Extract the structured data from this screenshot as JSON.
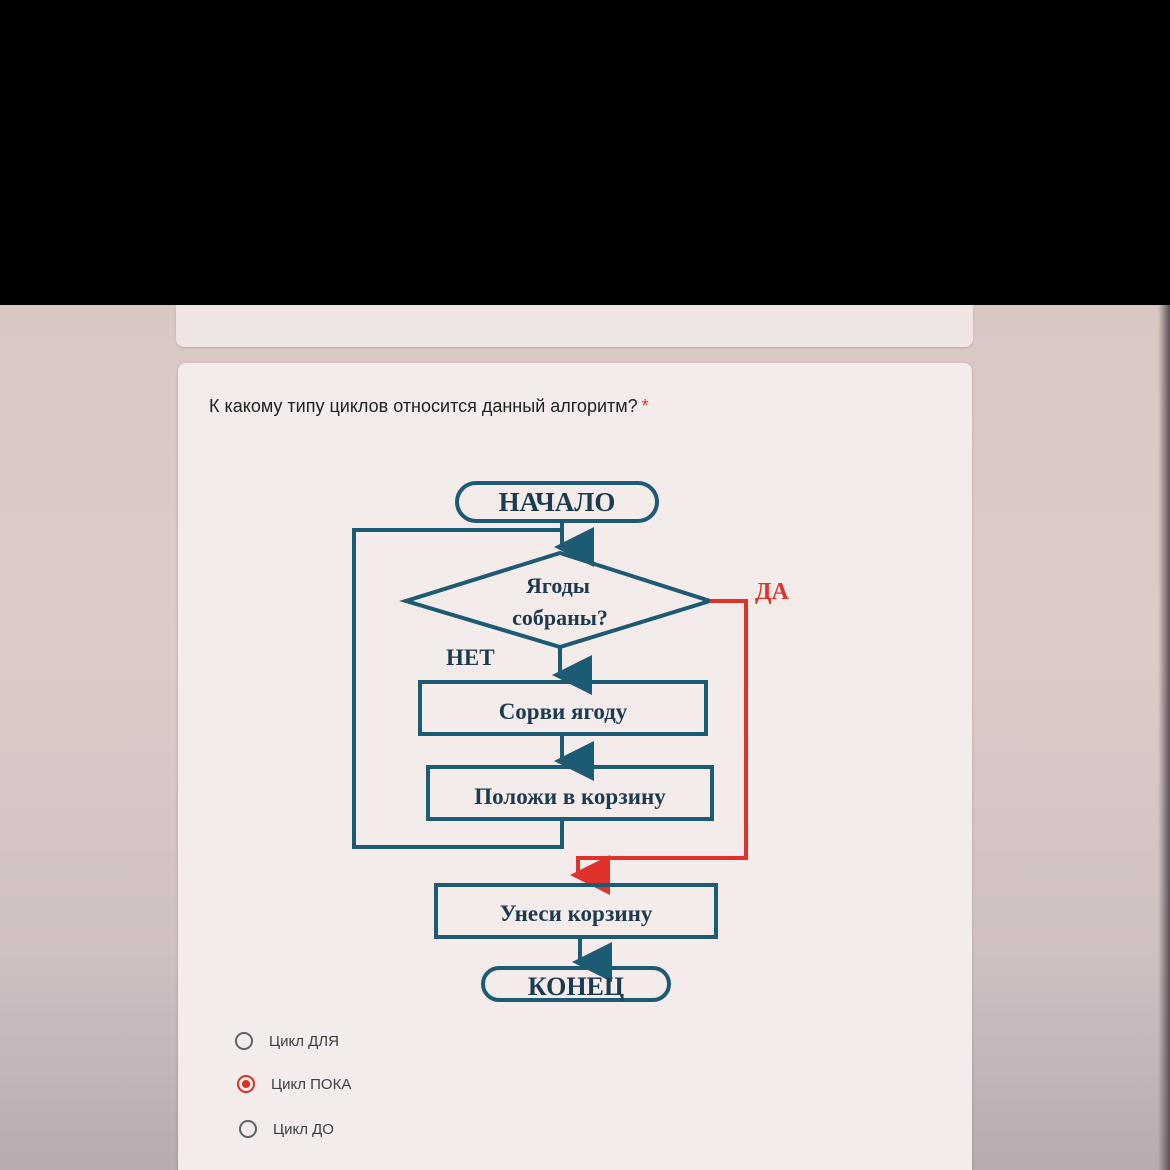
{
  "question": {
    "text": "К какому типу циклов относится данный алгоритм?",
    "required_mark": "*"
  },
  "flowchart": {
    "start": "НАЧАЛО",
    "condition_line1": "Ягоды",
    "condition_line2": "собраны?",
    "yes_label": "ДА",
    "no_label": "НЕТ",
    "step1": "Сорви ягоду",
    "step2": "Положи в корзину",
    "step3": "Унеси корзину",
    "end": "КОНЕЦ",
    "colors": {
      "shape_stroke": "#1d5a73",
      "yes_branch": "#e0322b",
      "text": "#1d3b4f"
    }
  },
  "options": [
    {
      "label": "Цикл ДЛЯ",
      "selected": false
    },
    {
      "label": "Цикл ПОКА",
      "selected": true
    },
    {
      "label": "Цикл ДО",
      "selected": false
    }
  ],
  "colors": {
    "accent": "#d93025"
  }
}
